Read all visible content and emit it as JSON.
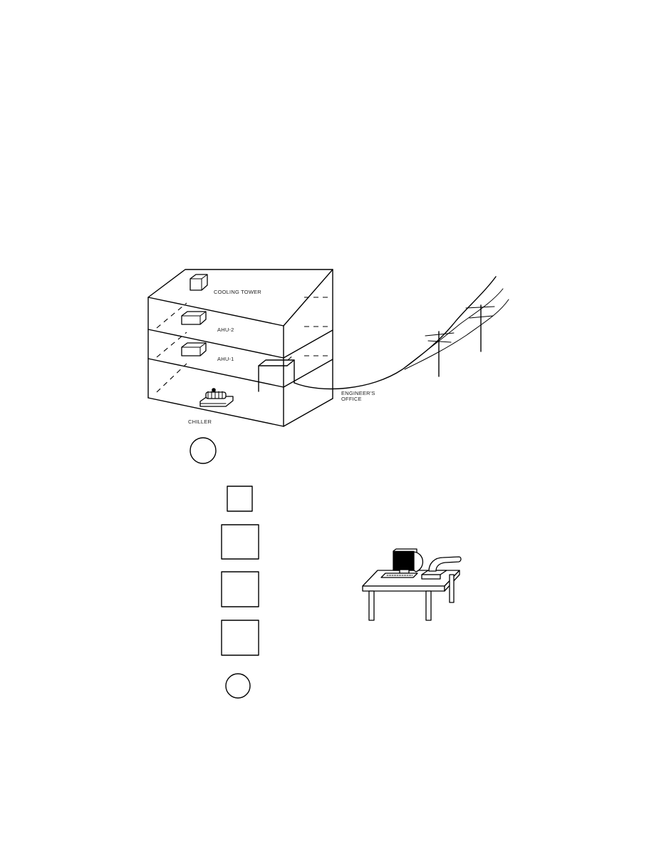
{
  "diagram": {
    "labels": {
      "cooling_tower": "COOLING TOWER",
      "ahu2": "AHU-2",
      "ahu1": "AHU-1",
      "engineers_office": [
        "ENGINEER'S",
        "OFFICE"
      ],
      "chiller": "CHILLER"
    },
    "flow_symbols": [
      "circle",
      "square",
      "rectangle",
      "rectangle",
      "rectangle",
      "circle"
    ],
    "colors": {
      "ink": "#000000",
      "background": "#ffffff"
    }
  }
}
